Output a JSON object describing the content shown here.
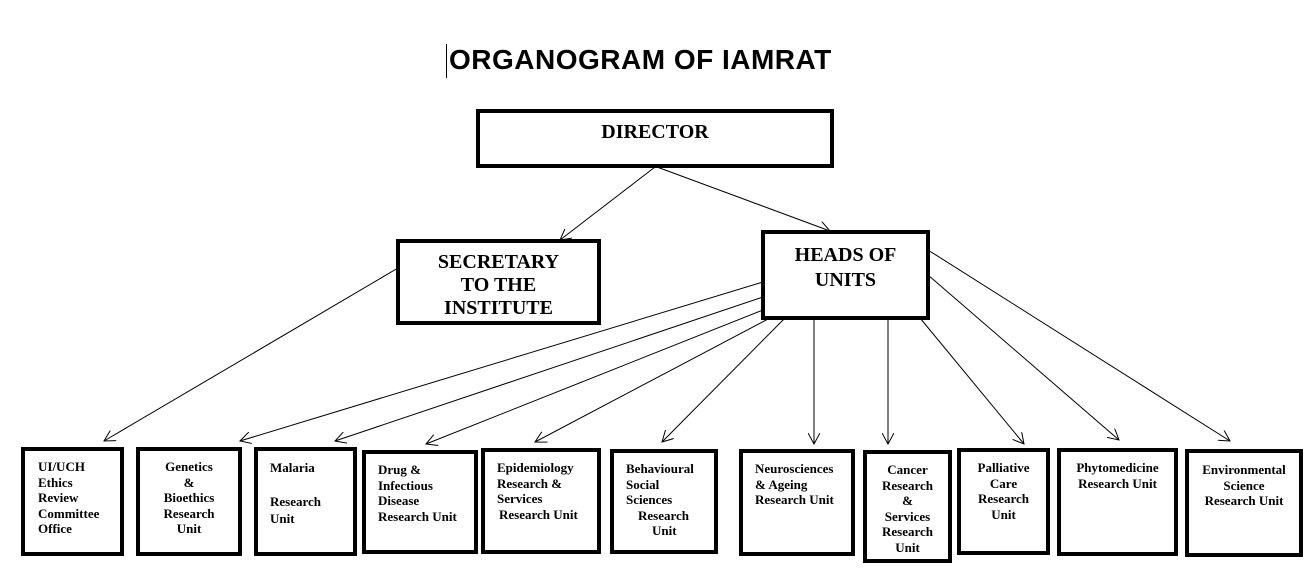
{
  "title": "ORGANOGRAM OF IAMRAT",
  "top": {
    "director": "DIRECTOR",
    "secretary": [
      "SECRETARY",
      "TO THE",
      "INSTITUTE"
    ],
    "heads": [
      "HEADS OF",
      "UNITS"
    ]
  },
  "units": [
    {
      "lines": [
        "UI/UCH",
        "Ethics",
        "Review",
        "Committee",
        "Office"
      ]
    },
    {
      "lines": [
        "Genetics",
        "&",
        "Bioethics",
        "Research",
        "Unit"
      ]
    },
    {
      "lines": [
        "Malaria",
        "",
        "Research",
        "Unit"
      ]
    },
    {
      "lines": [
        "Drug &",
        "Infectious",
        "Disease",
        "Research Unit"
      ]
    },
    {
      "lines": [
        "Epidemiology",
        "Research &",
        "Services",
        "Research Unit"
      ]
    },
    {
      "lines": [
        "Behavioural",
        "Social",
        "Sciences",
        "Research",
        "Unit"
      ]
    },
    {
      "lines": [
        "Neurosciences",
        "& Ageing",
        "Research Unit"
      ]
    },
    {
      "lines": [
        "Cancer",
        "Research",
        "&",
        "Services",
        "Research",
        "Unit"
      ]
    },
    {
      "lines": [
        "Palliative",
        "Care",
        "Research",
        "Unit"
      ]
    },
    {
      "lines": [
        "Phytomedicine",
        "Research Unit"
      ]
    },
    {
      "lines": [
        "Environmental",
        "Science",
        "Research Unit"
      ]
    }
  ]
}
